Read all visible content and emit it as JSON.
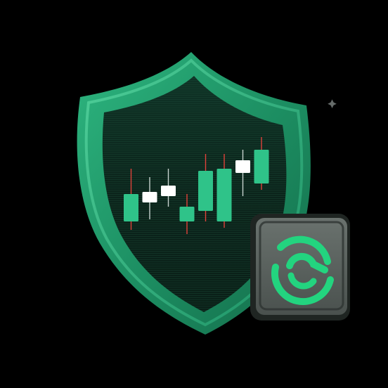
{
  "illustration": {
    "shield_icon": "shield-icon",
    "chart_icon": "candlestick-chart-icon",
    "badge_icon": "c-logo-badge-icon",
    "colors": {
      "background": "#000000",
      "shield_outer": "#1f9a6b",
      "shield_rim_light": "#47c993",
      "shield_inner": "#0d2a20",
      "bull_candle": "#2fc389",
      "bear_candle": "#ffffff",
      "wick_red": "#e0423a",
      "wick_light": "#c7d3cf",
      "badge_body": "#2a302d",
      "badge_face": "#5a625e",
      "logo_green": "#23d47f"
    }
  },
  "candles": [
    {
      "dir": "bull",
      "open": 0.1,
      "close": 0.36,
      "low": 0.02,
      "high": 0.6
    },
    {
      "dir": "bear",
      "open": 0.38,
      "close": 0.28,
      "low": 0.12,
      "high": 0.52
    },
    {
      "dir": "bear",
      "open": 0.44,
      "close": 0.34,
      "low": 0.24,
      "high": 0.6
    },
    {
      "dir": "bull",
      "open": 0.1,
      "close": 0.24,
      "low": -0.02,
      "high": 0.36
    },
    {
      "dir": "bull",
      "open": 0.2,
      "close": 0.58,
      "low": 0.1,
      "high": 0.74
    },
    {
      "dir": "bull",
      "open": 0.1,
      "close": 0.6,
      "low": 0.04,
      "high": 0.74
    },
    {
      "dir": "bear",
      "open": 0.68,
      "close": 0.56,
      "low": 0.34,
      "high": 0.78
    },
    {
      "dir": "bull",
      "open": 0.46,
      "close": 0.78,
      "low": 0.4,
      "high": 0.9
    }
  ]
}
